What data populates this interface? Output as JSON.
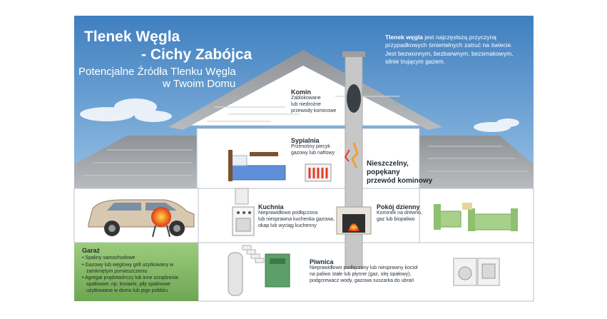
{
  "title": {
    "line1": "Tlenek Węgla",
    "line2": "- Cichy Zabójca",
    "line3": "Potencjalne Źródła Tlenku Węgla",
    "line4": "w Twoim Domu"
  },
  "intro": {
    "bold": "Tlenek węgla",
    "line1": " jest najczęstszą przyczyną",
    "line2": "przypadkowych śmiertelnych zatruć na świecie.",
    "line3": "Jest bezwonnym, bezbarwnym, bezsmakowym,",
    "line4": "silnie trującym gazem."
  },
  "sources": {
    "komin": {
      "label": "Komin",
      "desc1": "Zablokowane",
      "desc2": "lub niedrożne",
      "desc3": "przewody kominowe"
    },
    "sypialnia": {
      "label": "Sypialnia",
      "desc1": "Przenośny piecyk",
      "desc2": "gazowy lub naftowy"
    },
    "przewod": {
      "line1": "Nieszczelny,",
      "line2": "popękany",
      "line3": "przewód kominowy"
    },
    "kuchnia": {
      "label": "Kuchnia",
      "desc1": "Nieprawidłowo podłączona",
      "desc2": "lub niesprawna kuchenka gazowa,",
      "desc3": "okap lub wyciąg kuchenny"
    },
    "pokoj": {
      "label": "Pokój dzienny",
      "desc1": "Kominek na drewno,",
      "desc2": "gaz lub biopaliwo"
    },
    "piwnica": {
      "label": "Piwnica",
      "desc1": "Nieprawidłowo podłączony lub niesprawny kocioł",
      "desc2": "na paliwo stałe lub płynne (gaz, olej opałowy),",
      "desc3": "podgrzewacz wody, gazowa suszarka do ubrań"
    },
    "garaz": {
      "label": "Garaż",
      "items": [
        "• Spaliny samochodowe",
        "• Gazowy lub węglowy grill użytkowany w zamkniętym pomieszczeniu",
        "• Agregat prądotwórczy lub inne urządzenia spalinowe, np. kosiarki, piły spalinowe użytkowane w domu lub jego pobliżu"
      ]
    }
  },
  "colors": {
    "sky_top": "#4a86c2",
    "sky_bottom": "#cfe2f2",
    "roof": "#a7a7a7",
    "wall": "#ffffff",
    "outline": "#b9c2cc",
    "chimney": "#c7c7c7",
    "grass": "#8fbf72",
    "accent_red": "#e53b2a"
  }
}
